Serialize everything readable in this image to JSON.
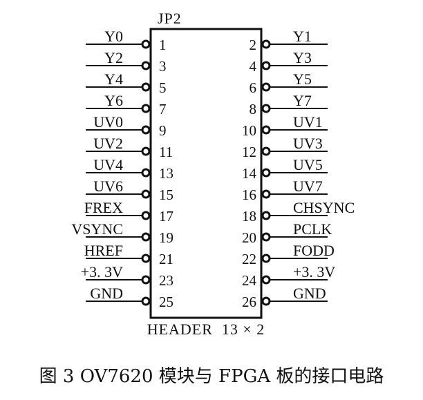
{
  "component": {
    "ref": "JP2",
    "footer": "HEADER  13 × 2"
  },
  "left_pins": [
    {
      "number": "1",
      "name": "Y0"
    },
    {
      "number": "3",
      "name": "Y2"
    },
    {
      "number": "5",
      "name": "Y4"
    },
    {
      "number": "7",
      "name": "Y6"
    },
    {
      "number": "9",
      "name": "UV0"
    },
    {
      "number": "11",
      "name": "UV2"
    },
    {
      "number": "13",
      "name": "UV4"
    },
    {
      "number": "15",
      "name": "UV6"
    },
    {
      "number": "17",
      "name": "FREX"
    },
    {
      "number": "19",
      "name": "VSYNC"
    },
    {
      "number": "21",
      "name": "HREF"
    },
    {
      "number": "23",
      "name": "+3. 3V"
    },
    {
      "number": "25",
      "name": "GND"
    }
  ],
  "right_pins": [
    {
      "number": "2",
      "name": "Y1"
    },
    {
      "number": "4",
      "name": "Y3"
    },
    {
      "number": "6",
      "name": "Y5"
    },
    {
      "number": "8",
      "name": "Y7"
    },
    {
      "number": "10",
      "name": "UV1"
    },
    {
      "number": "12",
      "name": "UV3"
    },
    {
      "number": "14",
      "name": "UV5"
    },
    {
      "number": "16",
      "name": "UV7"
    },
    {
      "number": "18",
      "name": "CHSYNC"
    },
    {
      "number": "20",
      "name": "PCLK"
    },
    {
      "number": "22",
      "name": "FODD"
    },
    {
      "number": "24",
      "name": "+3. 3V"
    },
    {
      "number": "26",
      "name": "GND"
    }
  ],
  "caption": "图 3  OV7620 模块与 FPGA 板的接口电路"
}
